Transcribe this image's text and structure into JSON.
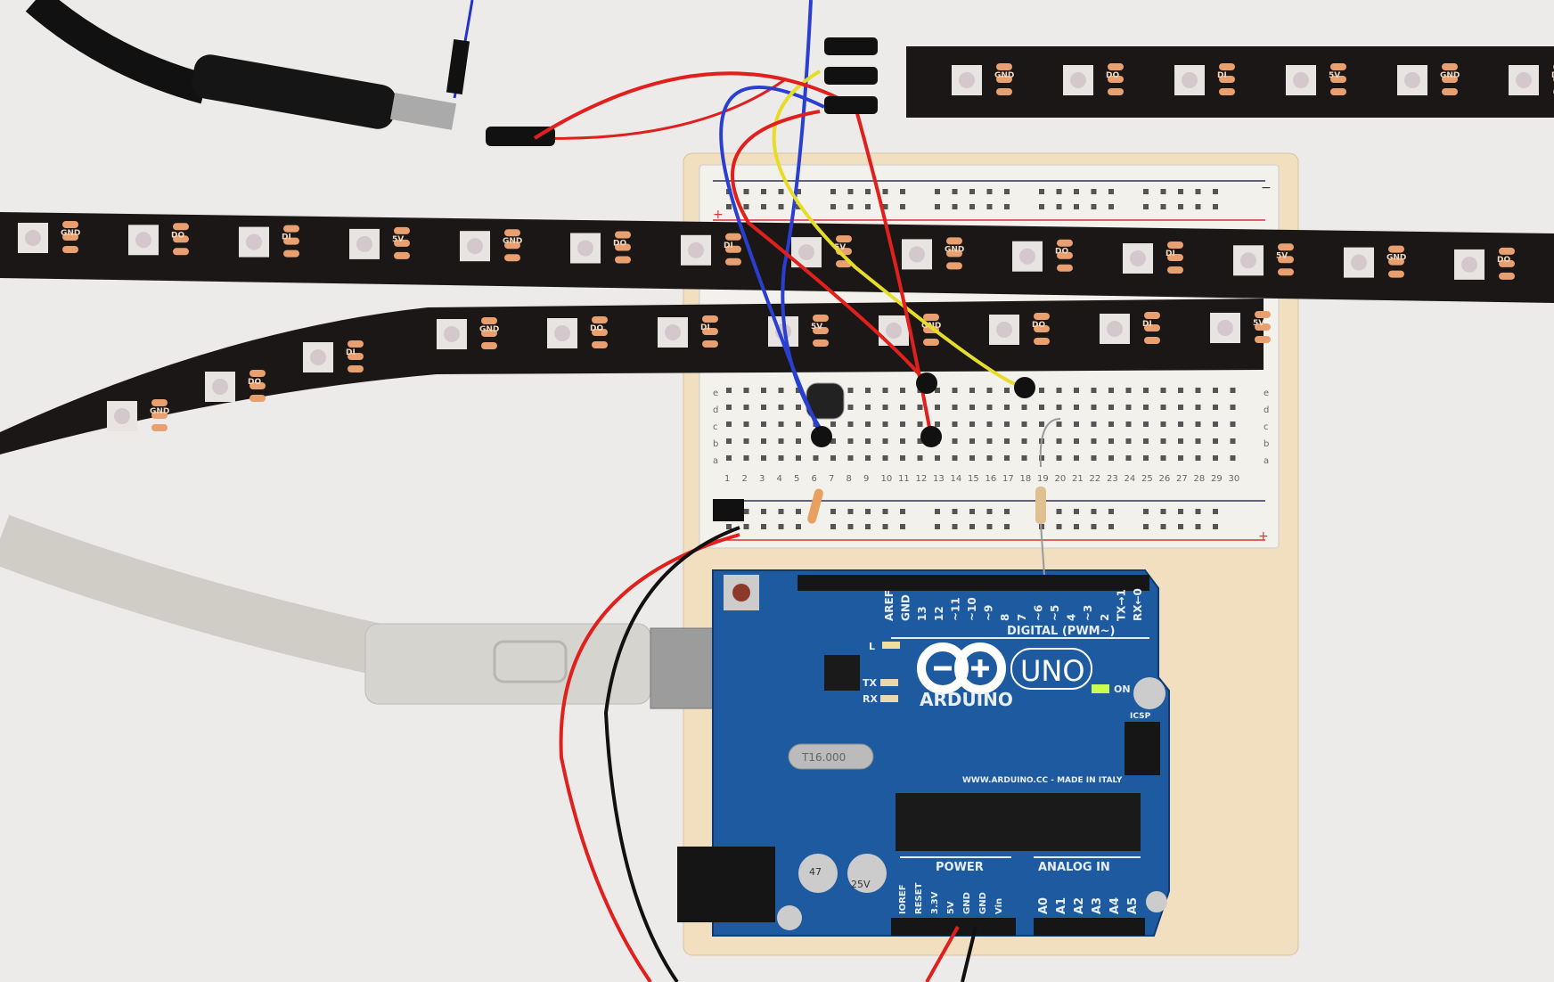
{
  "arduino": {
    "brand": "ARDUINO",
    "model": "UNO",
    "digital_label": "DIGITAL (PWM~)",
    "digital_pins": [
      "AREF",
      "GND",
      "13",
      "12",
      "~11",
      "~10",
      "~9",
      "8",
      "7",
      "~6",
      "~5",
      "4",
      "~3",
      "2",
      "TX→1",
      "RX←0"
    ],
    "led_labels": {
      "l": "L",
      "tx": "TX",
      "rx": "RX",
      "on": "ON"
    },
    "icsp": "ICSP",
    "website": "WWW.ARDUINO.CC - MADE IN ITALY",
    "crystal": "T16.000",
    "power_label": "POWER",
    "power_pins": [
      "IOREF",
      "RESET",
      "3.3V",
      "5V",
      "GND",
      "GND",
      "Vin"
    ],
    "analog_label": "ANALOG IN",
    "analog_pins": [
      "A0",
      "A1",
      "A2",
      "A3",
      "A4",
      "A5"
    ],
    "cap_labels": [
      "47",
      "25V"
    ]
  },
  "led_strip": {
    "pad_labels": [
      "GND",
      "DO",
      "DI",
      "5V"
    ]
  },
  "breadboard": {
    "rows": [
      "a",
      "b",
      "c",
      "d",
      "e"
    ],
    "columns": [
      "1",
      "2",
      "3",
      "4",
      "5",
      "6",
      "7",
      "8",
      "9",
      "10",
      "11",
      "12",
      "13",
      "14",
      "15",
      "16",
      "17",
      "18",
      "19",
      "20",
      "21",
      "22",
      "23",
      "24",
      "25",
      "26",
      "27",
      "28",
      "29",
      "30"
    ],
    "plus": "+",
    "minus": "−"
  },
  "colors": {
    "pcb": "#1d5aa0",
    "strip": "#1b1716",
    "wood": "#f1dfc0",
    "wire_red": "#e0201c",
    "wire_blue": "#2a3fd0",
    "wire_yellow": "#e6dc2a",
    "wire_black": "#111111"
  }
}
